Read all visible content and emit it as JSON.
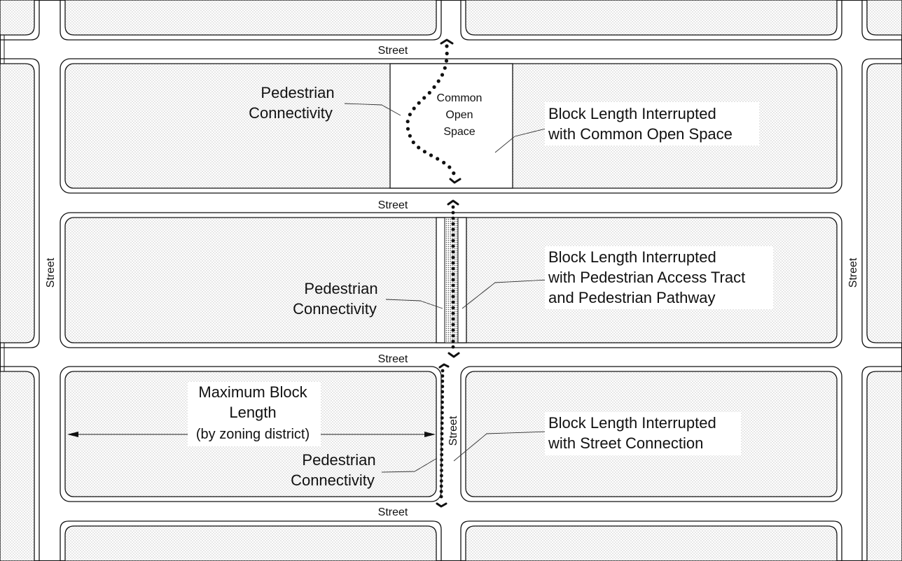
{
  "labels": {
    "street": "Street",
    "pedestrian_line1": "Pedestrian",
    "pedestrian_line2": "Connectivity",
    "common_1": "Common",
    "common_2": "Open",
    "common_3": "Space",
    "interrupt_open_1": "Block Length Interrupted",
    "interrupt_open_2": "with Common Open Space",
    "interrupt_tract_1": "Block Length Interrupted",
    "interrupt_tract_2": "with Pedestrian Access Tract",
    "interrupt_tract_3": "and Pedestrian Pathway",
    "interrupt_street_1": "Block Length Interrupted",
    "interrupt_street_2": "with Street Connection",
    "max_1": "Maximum Block",
    "max_2": "Length",
    "max_3": "(by zoning district)"
  },
  "colors": {
    "line": "#111111",
    "block_fill": "#ffffff",
    "stipple": "#8a8a8a"
  }
}
